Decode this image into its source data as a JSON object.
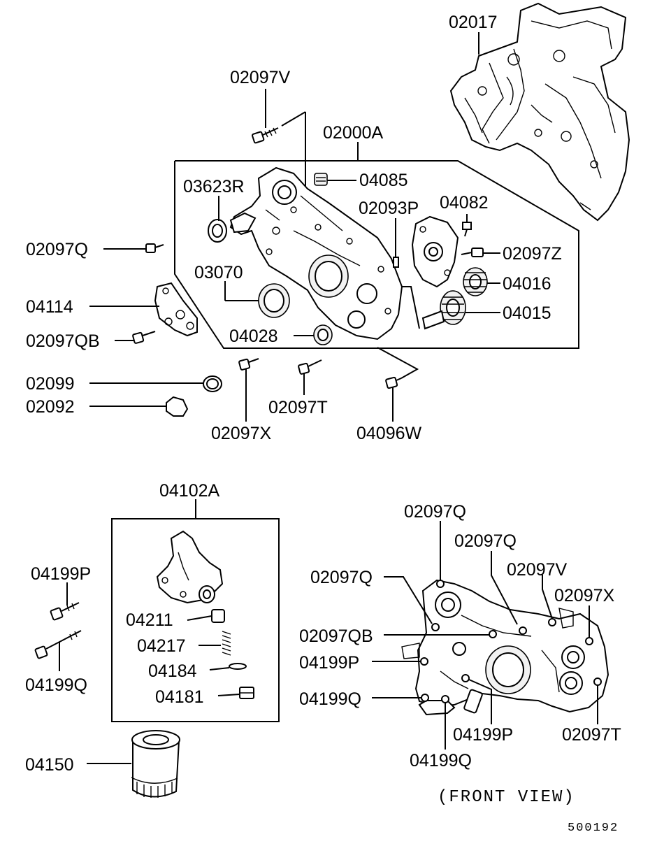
{
  "upper_assembly": {
    "labels": {
      "p02017": "02017",
      "p02097V": "02097V",
      "p02000A": "02000A",
      "p03623R": "03623R",
      "p04085": "04085",
      "p02093P": "02093P",
      "p04082": "04082",
      "p02097Q": "02097Q",
      "p02097Z": "02097Z",
      "p03070": "03070",
      "p04016": "04016",
      "p04114": "04114",
      "p04015": "04015",
      "p04028": "04028",
      "p02097QB": "02097QB",
      "p02099": "02099",
      "p02092": "02092",
      "p02097T": "02097T",
      "p02097X": "02097X",
      "p04096W": "04096W"
    }
  },
  "filter_assembly": {
    "labels": {
      "p04102A": "04102A",
      "p04199P": "04199P",
      "p04211": "04211",
      "p04217": "04217",
      "p04184": "04184",
      "p04199Q": "04199Q",
      "p04181": "04181",
      "p04150": "04150"
    }
  },
  "front_view": {
    "labels": {
      "q1": "02097Q",
      "q2": "02097Q",
      "q3": "02097Q",
      "v": "02097V",
      "x": "02097X",
      "qb": "02097QB",
      "p1": "04199P",
      "q4": "04199Q",
      "p2": "04199P",
      "t": "02097T",
      "q5": "04199Q"
    },
    "caption": "(FRONT VIEW)"
  },
  "figure_number": "500192"
}
